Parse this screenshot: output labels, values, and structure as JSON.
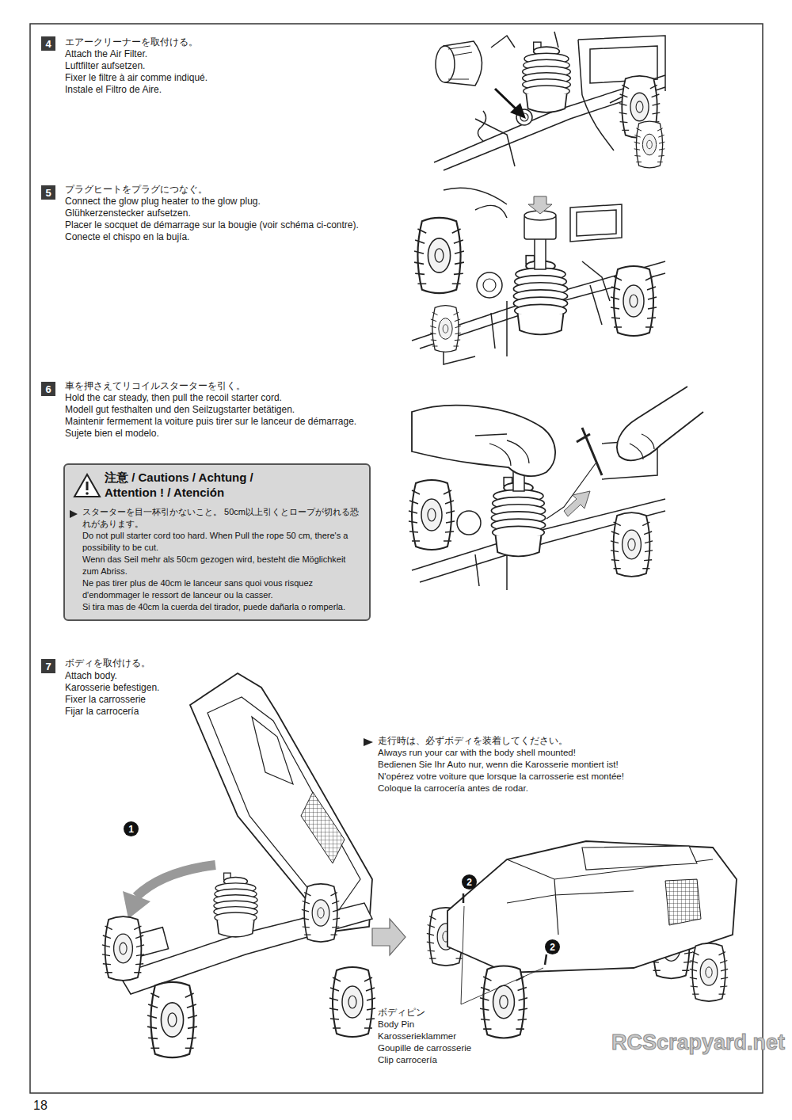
{
  "diagram": {
    "nodes": [
      {
        "text": [
          "4"
        ]
      },
      {
        "text": [
          "5"
        ]
      },
      {
        "text": [
          "6"
        ]
      },
      {
        "text": [
          "注意 / Cautions / Achtung / Attention ! / Atención",
          "スターターを目一杯引かないこと。 50cm以上引くとロープが切れる恐れがあります。",
          "Do not pull starter cord too hard. When Pull the rope 50 cm, there's a possibility to be cut.",
          "Wenn das Seil mehr als 50cm gezogen wird, besteht die Möglichkeit zum Abriss.",
          "Ne pas tirer plus de 40cm le lanceur sans quoi vous risquez d'endommager le ressort de lanceur ou la casser.",
          "Si tira mas de 40cm la cuerda del tirador, puede dañarla o romperla."
        ]
      },
      {
        "text": [
          "7"
        ]
      },
      {
        "text": [
          "1"
        ]
      },
      {
        "text": [
          "2"
        ]
      },
      {
        "text": [
          "2"
        ]
      }
    ],
    "labels": [
      "エアークリーナーを取付ける。",
      "Attach the Air Filter.",
      "Luftfilter aufsetzen.",
      "Fixer le filtre à air comme indiqué.",
      "Instale el Filtro de Aire.",
      "プラグヒートをプラグにつなぐ。",
      "Connect the glow plug heater to the glow plug.",
      "Glühkerzenstecker aufsetzen.",
      "Placer le socquet de démarrage sur la bougie (voir schéma ci-contre).",
      "Conecte el chispo en la bujía.",
      "車を押さえてリコイルスターターを引く。",
      "Hold the car steady, then pull the recoil starter cord.",
      "Modell gut festhalten und den Seilzugstarter betätigen.",
      "Maintenir fermement la voiture puis tirer sur le lanceur de démarrage.",
      "Sujete bien el modelo.",
      "ボディを取付ける。",
      "Attach body.",
      "Karosserie befestigen.",
      "Fixer la carrosserie",
      "Fijar la carrocería",
      "走行時は、必ずボディを装着してください。",
      "Always run your car with the body shell mounted!",
      "Bedienen Sie Ihr Auto nur, wenn die Karosserie montiert ist!",
      "N'opérez votre voiture que lorsque la carrosserie est montée!",
      "Coloque la carrocería antes de rodar.",
      "ボディピン",
      "Body Pin",
      "Karosserieklammer",
      "Goupille de carrosserie",
      "Clip carrocería",
      "18",
      "RCScrapyard.net"
    ]
  }
}
